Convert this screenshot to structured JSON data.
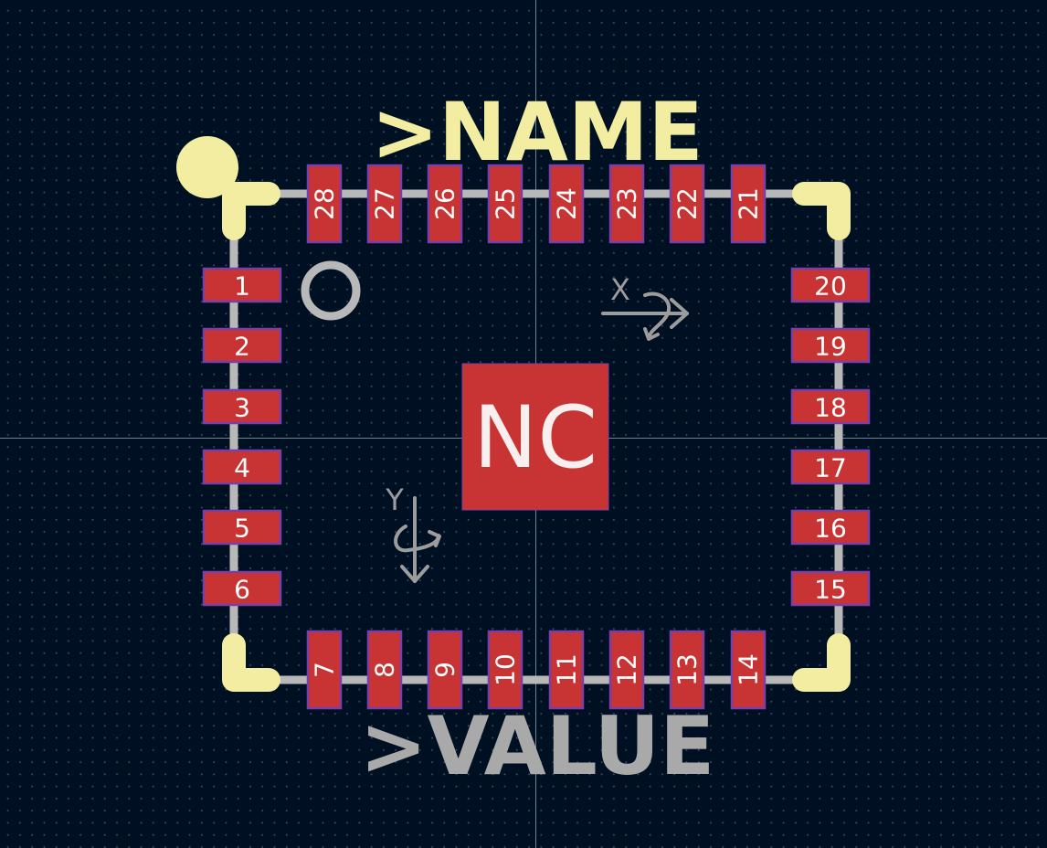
{
  "footprint": {
    "name_label": ">NAME",
    "value_label": ">VALUE",
    "center_pad_label": "NC",
    "x_axis_label": "X",
    "y_axis_label": "Y"
  },
  "pads": {
    "left": [
      "1",
      "2",
      "3",
      "4",
      "5",
      "6"
    ],
    "bottom": [
      "7",
      "8",
      "9",
      "10",
      "11",
      "12",
      "13",
      "14"
    ],
    "right": [
      "15",
      "16",
      "17",
      "18",
      "19",
      "20"
    ],
    "top": [
      "21",
      "22",
      "23",
      "24",
      "25",
      "26",
      "27",
      "28"
    ]
  },
  "colors": {
    "background": "#001023",
    "pad_fill": "#c83434",
    "pad_border": "#7a3ea8",
    "silkscreen": "#f2eda1",
    "fab_outline": "#b8b8b8",
    "value_text": "#a9a9a9",
    "axis_gray": "#9c9c9c",
    "crosshair": "#8a9fb0"
  }
}
